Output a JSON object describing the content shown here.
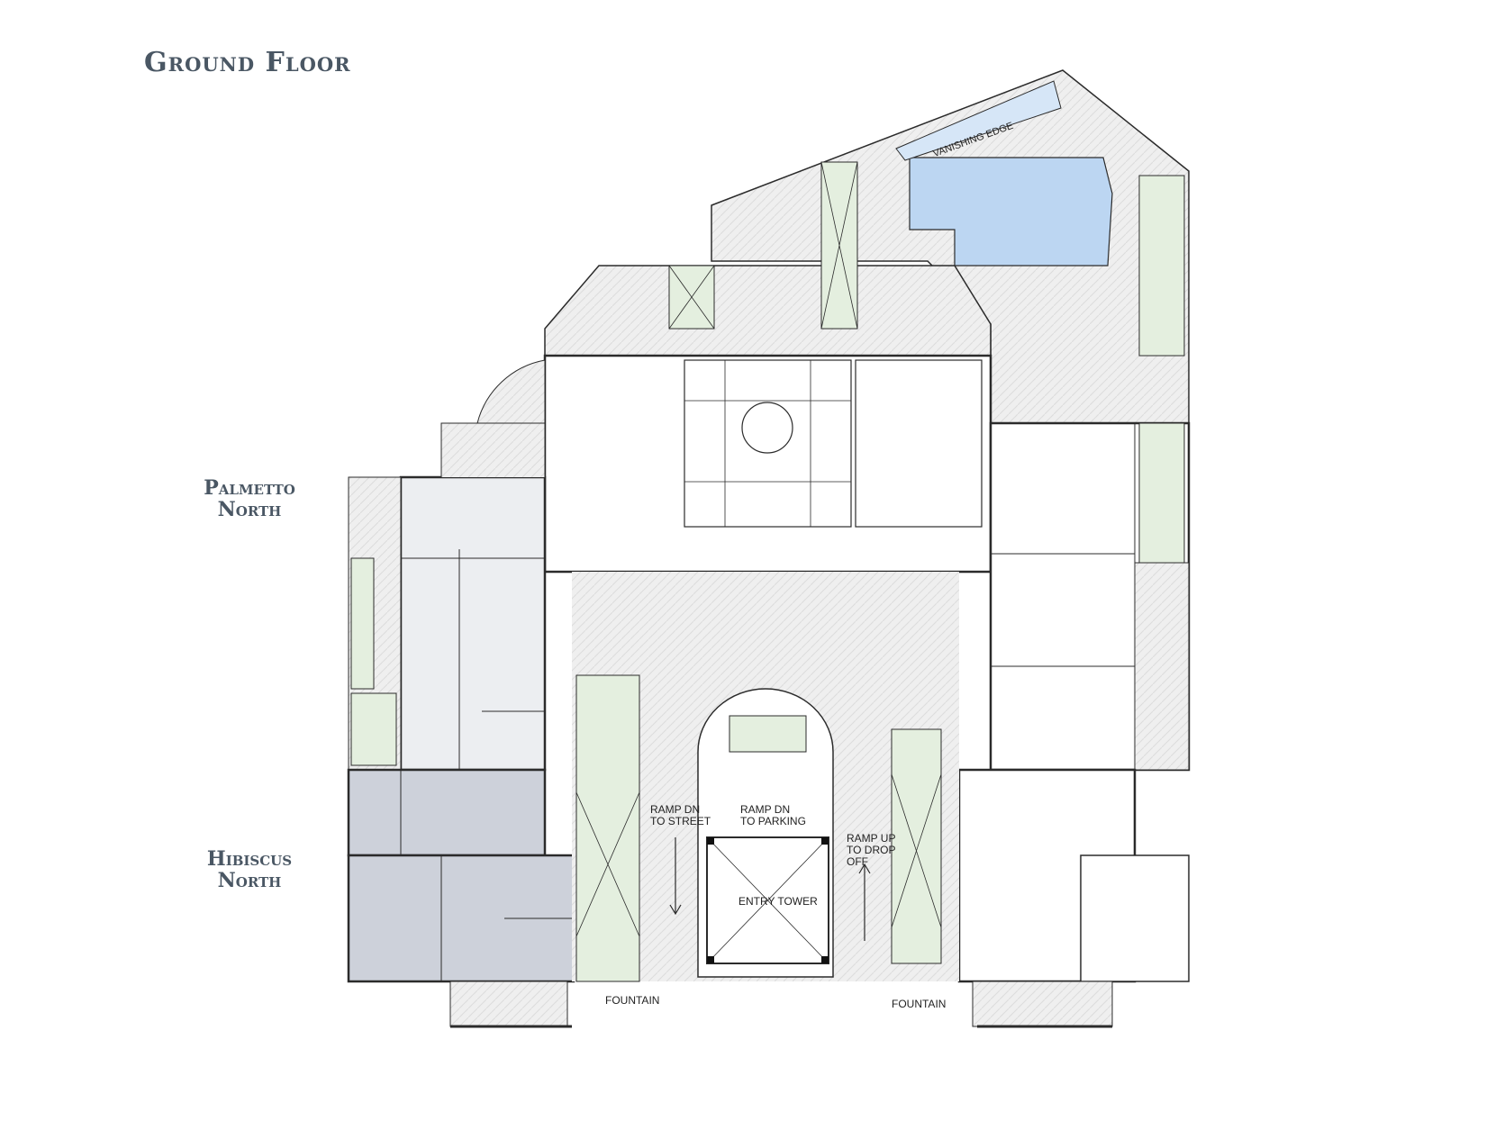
{
  "title": "Ground Floor",
  "wings": {
    "palmetto": "Palmetto North",
    "hibiscus": "Hibiscus North"
  },
  "labels": {
    "vanishing_edge": "VANISHING EDGE",
    "ramp_dn_street": "RAMP DN TO STREET",
    "ramp_dn_parking": "RAMP DN TO PARKING",
    "ramp_up_drop": "RAMP UP TO DROP OFF",
    "entry_tower": "ENTRY TOWER",
    "fountain_left": "FOUNTAIN",
    "fountain_right": "FOUNTAIN"
  },
  "colors": {
    "line": "#2b2b2b",
    "paving": "#ececec",
    "planter": "#e4efdf",
    "pool": "#bcd6f2",
    "palmetto_fill": "#eceef1",
    "hibiscus_fill": "#cdd1da",
    "heading": "#4a5764"
  }
}
